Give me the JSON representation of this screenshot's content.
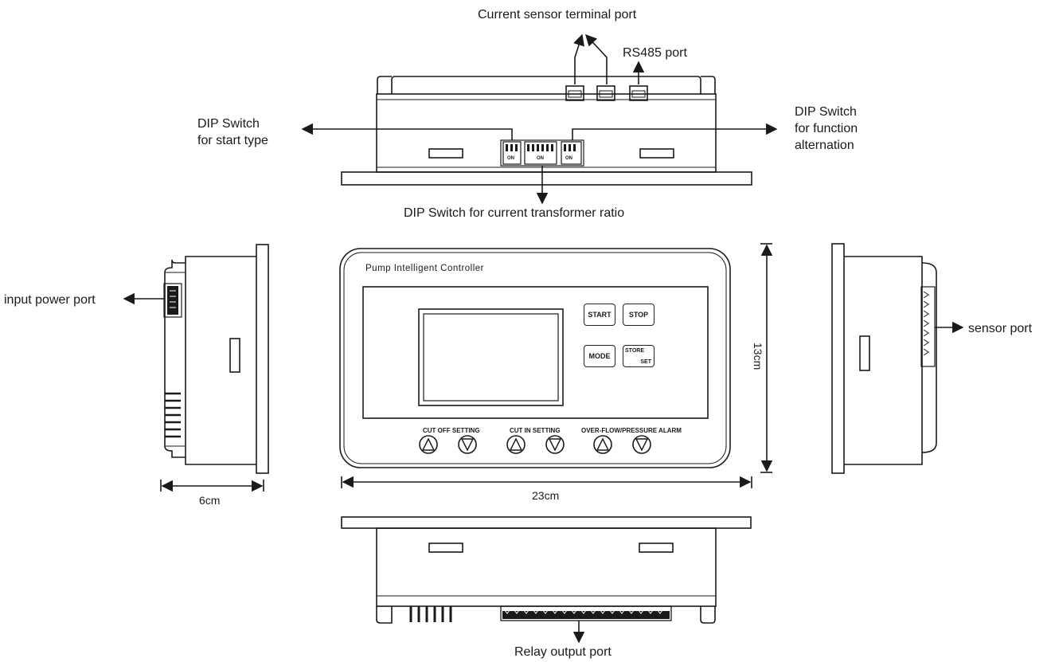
{
  "labels": {
    "current_sensor_terminal_port": "Current sensor terminal port",
    "rs485_port": "RS485 port",
    "dip_start_type_line1": "DIP Switch",
    "dip_start_type_line2": "for start type",
    "dip_function_line1": "DIP Switch",
    "dip_function_line2": "for function",
    "dip_function_line3": "alternation",
    "dip_ct_ratio": "DIP Switch for current transformer ratio",
    "input_power_port": "input power port",
    "sensor_port": "sensor  port",
    "relay_output_port": "Relay output port"
  },
  "dimensions": {
    "depth": "6cm",
    "width": "23cm",
    "height": "13cm"
  },
  "controller": {
    "title": "Pump Intelligent Controller",
    "buttons": {
      "start": "START",
      "stop": "STOP",
      "mode": "MODE",
      "store": "STORE",
      "set": "SET"
    },
    "settings": {
      "cut_off": "CUT OFF SETTING",
      "cut_in": "CUT  IN SETTING",
      "alarm": "OVER-FLOW/PRESSURE ALARM"
    }
  },
  "dip_markings": {
    "on": "ON"
  }
}
